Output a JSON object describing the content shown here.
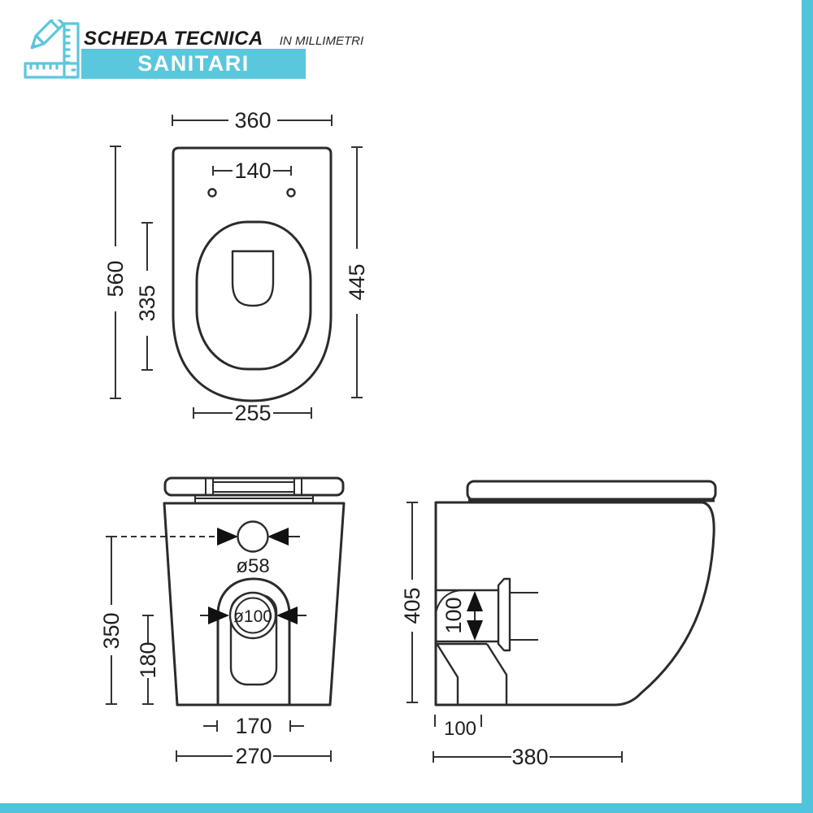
{
  "page": {
    "accent_color": "#5BC7DD",
    "edge_bar_color": "#50C4DA"
  },
  "header": {
    "title": "SCHEDA TECNICA",
    "unit_note": "IN MILLIMETRI",
    "banner_label": "SANITARI",
    "icon": "ruler-pencil-icon"
  },
  "drawings": {
    "top_view": {
      "dims": {
        "overall_width": "360",
        "hole_spacing": "140",
        "overall_depth": "560",
        "seat_opening_length": "335",
        "body_depth": "445",
        "front_width": "255"
      }
    },
    "rear_view": {
      "dims": {
        "inlet_diameter": "ø58",
        "outlet_diameter": "ø100",
        "inlet_height": "350",
        "outlet_height": "180",
        "outlet_width": "170",
        "base_width": "270"
      }
    },
    "side_view": {
      "dims": {
        "overall_height": "405",
        "outlet_bore": "100",
        "bottom_offset": "100",
        "base_depth": "380"
      }
    }
  }
}
